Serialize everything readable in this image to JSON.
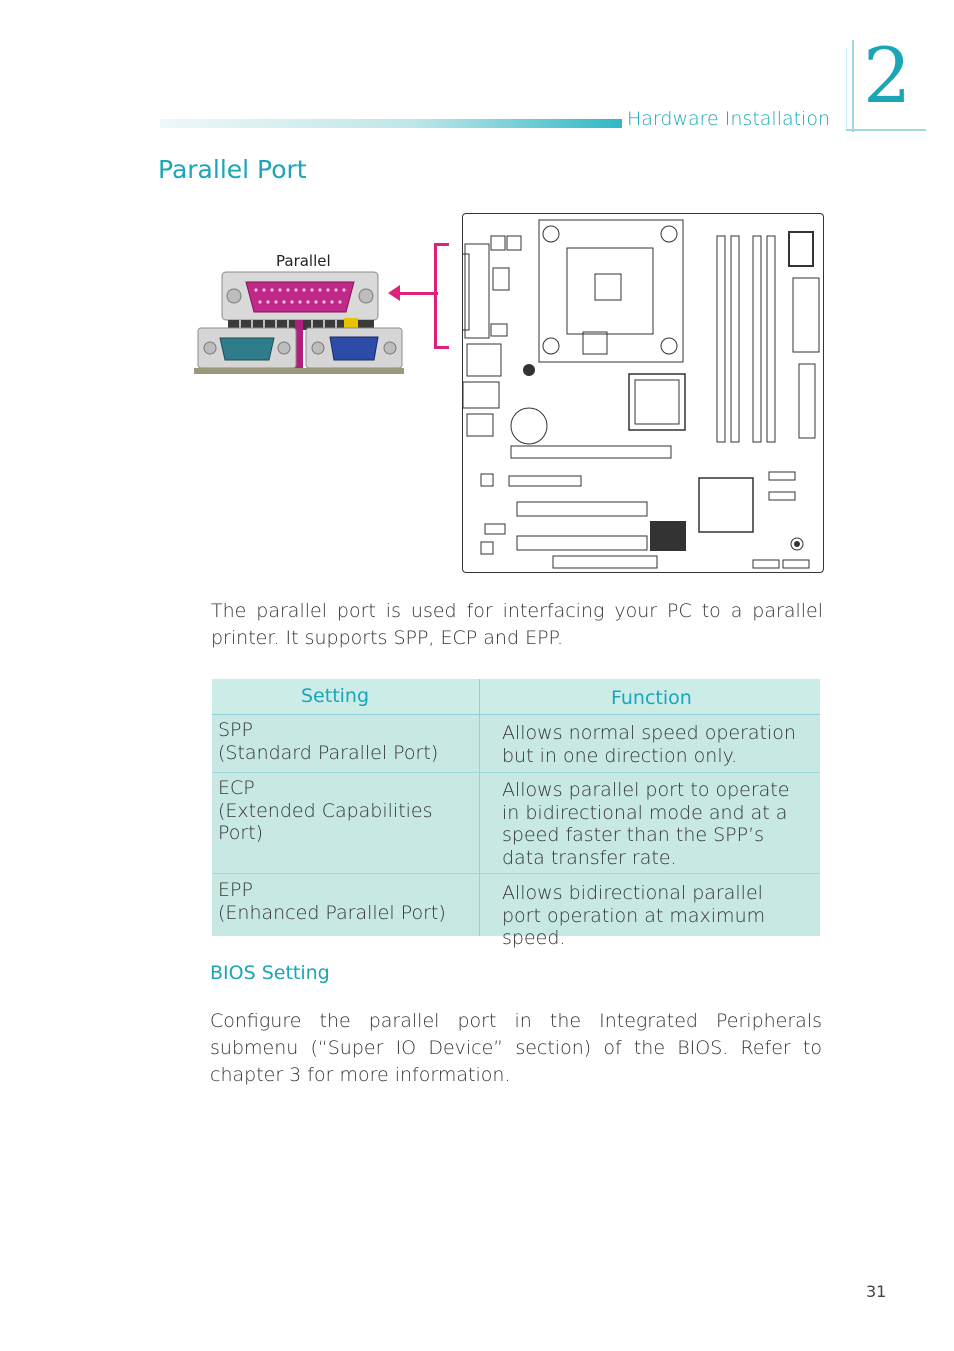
{
  "header": {
    "section": "Hardware Installation",
    "chapter_number": "2"
  },
  "title": "Parallel Port",
  "figure": {
    "connector_label": "Parallel"
  },
  "intro": "The parallel port is used for interfacing your PC to a parallel printer. It supports SPP, ECP and EPP.",
  "table": {
    "headers": [
      "Setting",
      "Function"
    ],
    "rows": [
      {
        "setting_line1": "SPP",
        "setting_line2": "(Standard Parallel Port)",
        "function": "Allows normal speed operation but in one direction only."
      },
      {
        "setting_line1": "ECP",
        "setting_line2": "(Extended Capabilities Port)",
        "function": "Allows parallel port to operate in bidirectional mode and at a speed faster than the SPP’s data transfer rate."
      },
      {
        "setting_line1": "EPP",
        "setting_line2": "(Enhanced Parallel Port)",
        "function": "Allows bidirectional parallel port operation at maximum speed."
      }
    ]
  },
  "bios": {
    "heading": "BIOS Setting",
    "text": "Configure the parallel port in the Integrated Peripherals submenu (“Super IO Device” section) of the BIOS. Refer to chapter 3 for more information."
  },
  "page_number": "31",
  "colors": {
    "accent": "#1aa6b7",
    "highlight": "#e0217c",
    "table_bg": "#c7e8e3"
  }
}
